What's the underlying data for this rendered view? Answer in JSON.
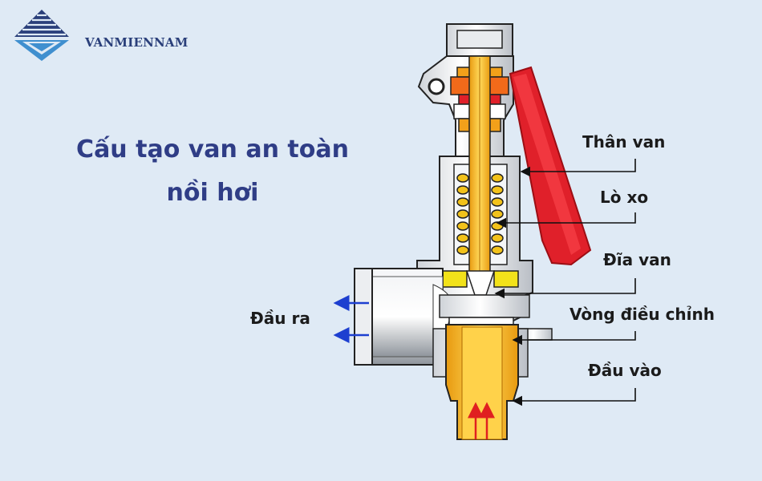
{
  "brand": {
    "name": "VANMIENNAM"
  },
  "title": {
    "line1": "Cấu tạo van an toàn",
    "line2": "nồi hơi"
  },
  "labels": {
    "body": "Thân van",
    "spring": "Lò xo",
    "disc": "Đĩa van",
    "adjusting_ring": "Vòng điều chỉnh",
    "inlet": "Đầu vào",
    "outlet": "Đầu ra"
  },
  "colors": {
    "background": "#dfeaf5",
    "title": "#2f3d86",
    "logo": "#2a3f7a",
    "lever": "#e0202a",
    "brass": "#f2b21a",
    "outlet_arrow": "#1d3fd0",
    "inlet_arrow": "#e02020"
  }
}
